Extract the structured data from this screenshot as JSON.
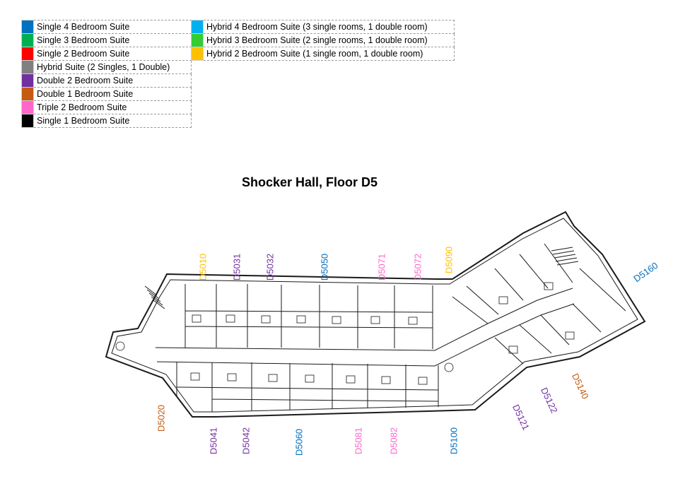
{
  "title": "Shocker Hall, Floor D5",
  "colors": {
    "orange": "#c55a11",
    "purple": "#7030a0",
    "pink": "#ff66cc",
    "blue": "#0070c0",
    "gold": "#ffc000",
    "wall": "#1a1a1a"
  },
  "legend": {
    "left": [
      {
        "color": "#0070c0",
        "label": "Single 4 Bedroom Suite"
      },
      {
        "color": "#00b050",
        "label": "Single 3 Bedroom Suite"
      },
      {
        "color": "#ff0000",
        "label": "Single 2 Bedroom Suite"
      },
      {
        "color": "#808080",
        "label": "Hybrid Suite (2 Singles, 1 Double)"
      },
      {
        "color": "#7030a0",
        "label": "Double 2 Bedroom Suite"
      },
      {
        "color": "#c55a11",
        "label": "Double 1 Bedroom Suite"
      },
      {
        "color": "#ff66cc",
        "label": "Triple 2 Bedroom Suite"
      },
      {
        "color": "#000000",
        "label": "Single 1 Bedroom Suite"
      }
    ],
    "right": [
      {
        "color": "#00b0f0",
        "label": "Hybrid 4 Bedroom Suite (3 single rooms, 1 double room)"
      },
      {
        "color": "#33cc33",
        "label": "Hybrid 3 Bedroom Suite (2 single rooms, 1 double room)"
      },
      {
        "color": "#ffc000",
        "label": "Hybrid 2 Bedroom Suite (1 single room, 1 double room)"
      }
    ]
  },
  "units": [
    {
      "id": "D5010",
      "color": "#ffc000"
    },
    {
      "id": "D5031",
      "color": "#7030a0"
    },
    {
      "id": "D5032",
      "color": "#7030a0"
    },
    {
      "id": "D5050",
      "color": "#0070c0"
    },
    {
      "id": "D5071",
      "color": "#ff66cc"
    },
    {
      "id": "D5072",
      "color": "#ff66cc"
    },
    {
      "id": "D5090",
      "color": "#ffc000"
    },
    {
      "id": "D5160",
      "color": "#0070c0"
    },
    {
      "id": "D5140",
      "color": "#c55a11"
    },
    {
      "id": "D5122",
      "color": "#7030a0"
    },
    {
      "id": "D5121",
      "color": "#7030a0"
    },
    {
      "id": "D5100",
      "color": "#0070c0"
    },
    {
      "id": "D5082",
      "color": "#ff66cc"
    },
    {
      "id": "D5081",
      "color": "#ff66cc"
    },
    {
      "id": "D5060",
      "color": "#0070c0"
    },
    {
      "id": "D5042",
      "color": "#7030a0"
    },
    {
      "id": "D5041",
      "color": "#7030a0"
    },
    {
      "id": "D5020",
      "color": "#c55a11"
    }
  ]
}
